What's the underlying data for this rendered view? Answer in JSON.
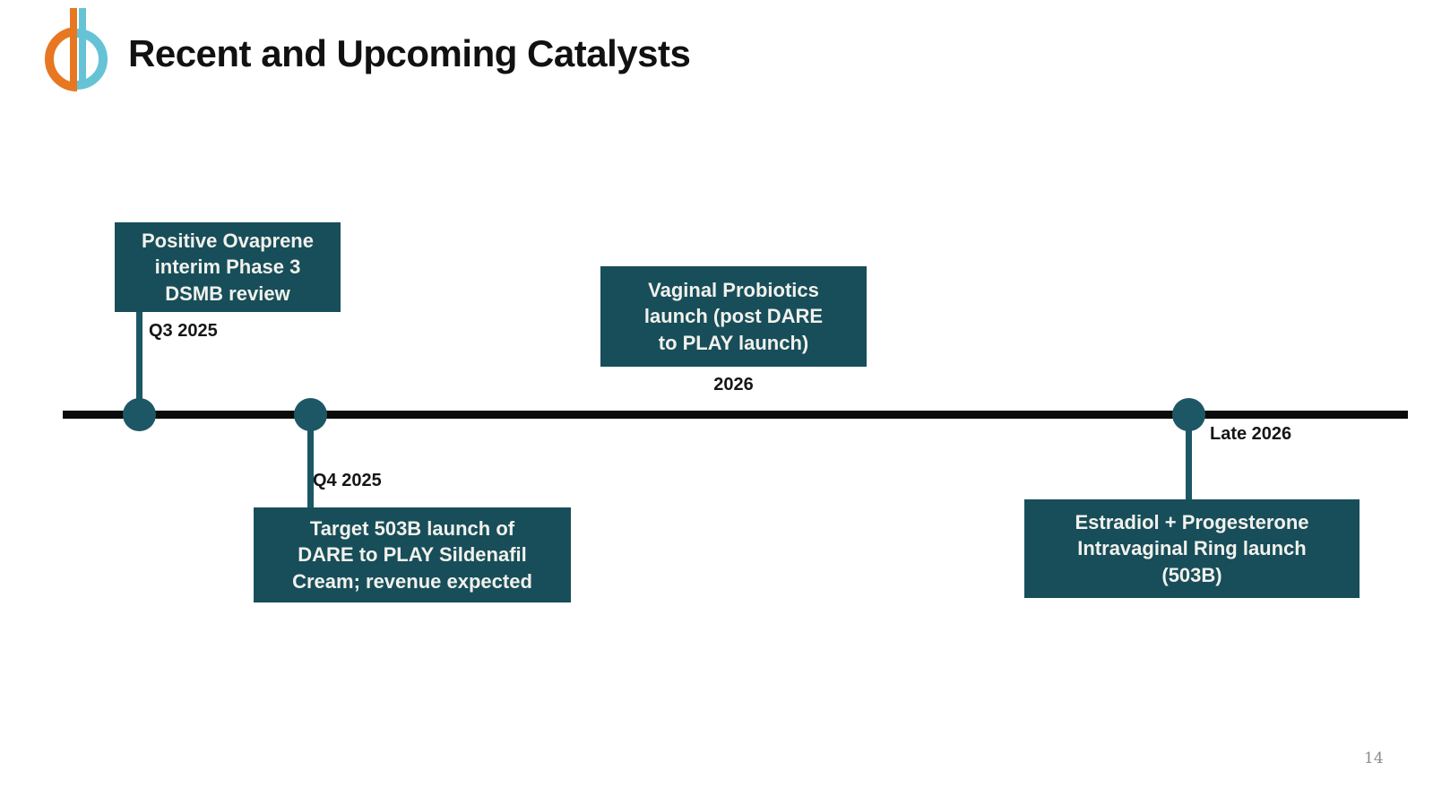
{
  "slide": {
    "title": "Recent and Upcoming Catalysts",
    "page_number": "14"
  },
  "colors": {
    "teal_box": "#174E5A",
    "teal_node": "#1D5765",
    "timeline_black": "#0B0B0B",
    "logo_orange": "#E87722",
    "logo_blue": "#66C3D6",
    "title_text": "#111111",
    "label_text": "#161616",
    "box_text": "#F2F1EC",
    "page_number_gray": "#8A8A8A"
  },
  "timeline": {
    "events": [
      {
        "id": "ovaprene-dsmb",
        "label": "Q3 2025",
        "text": "Positive Ovaprene interim Phase 3 DSMB review",
        "position": "above-line",
        "has_node": true
      },
      {
        "id": "dare-to-play-503b",
        "label": "Q4 2025",
        "text": "Target 503B launch of DARE to PLAY Sildenafil Cream; revenue expected",
        "position": "below-line",
        "has_node": true
      },
      {
        "id": "vaginal-probiotics",
        "label": "2026",
        "text": "Vaginal Probiotics launch (post DARE to PLAY launch)",
        "position": "above-line",
        "has_node": false
      },
      {
        "id": "estradiol-progesterone-ring",
        "label": "Late 2026",
        "text": "Estradiol + Progesterone Intravaginal Ring launch (503B)",
        "position": "below-line",
        "has_node": true
      }
    ]
  }
}
